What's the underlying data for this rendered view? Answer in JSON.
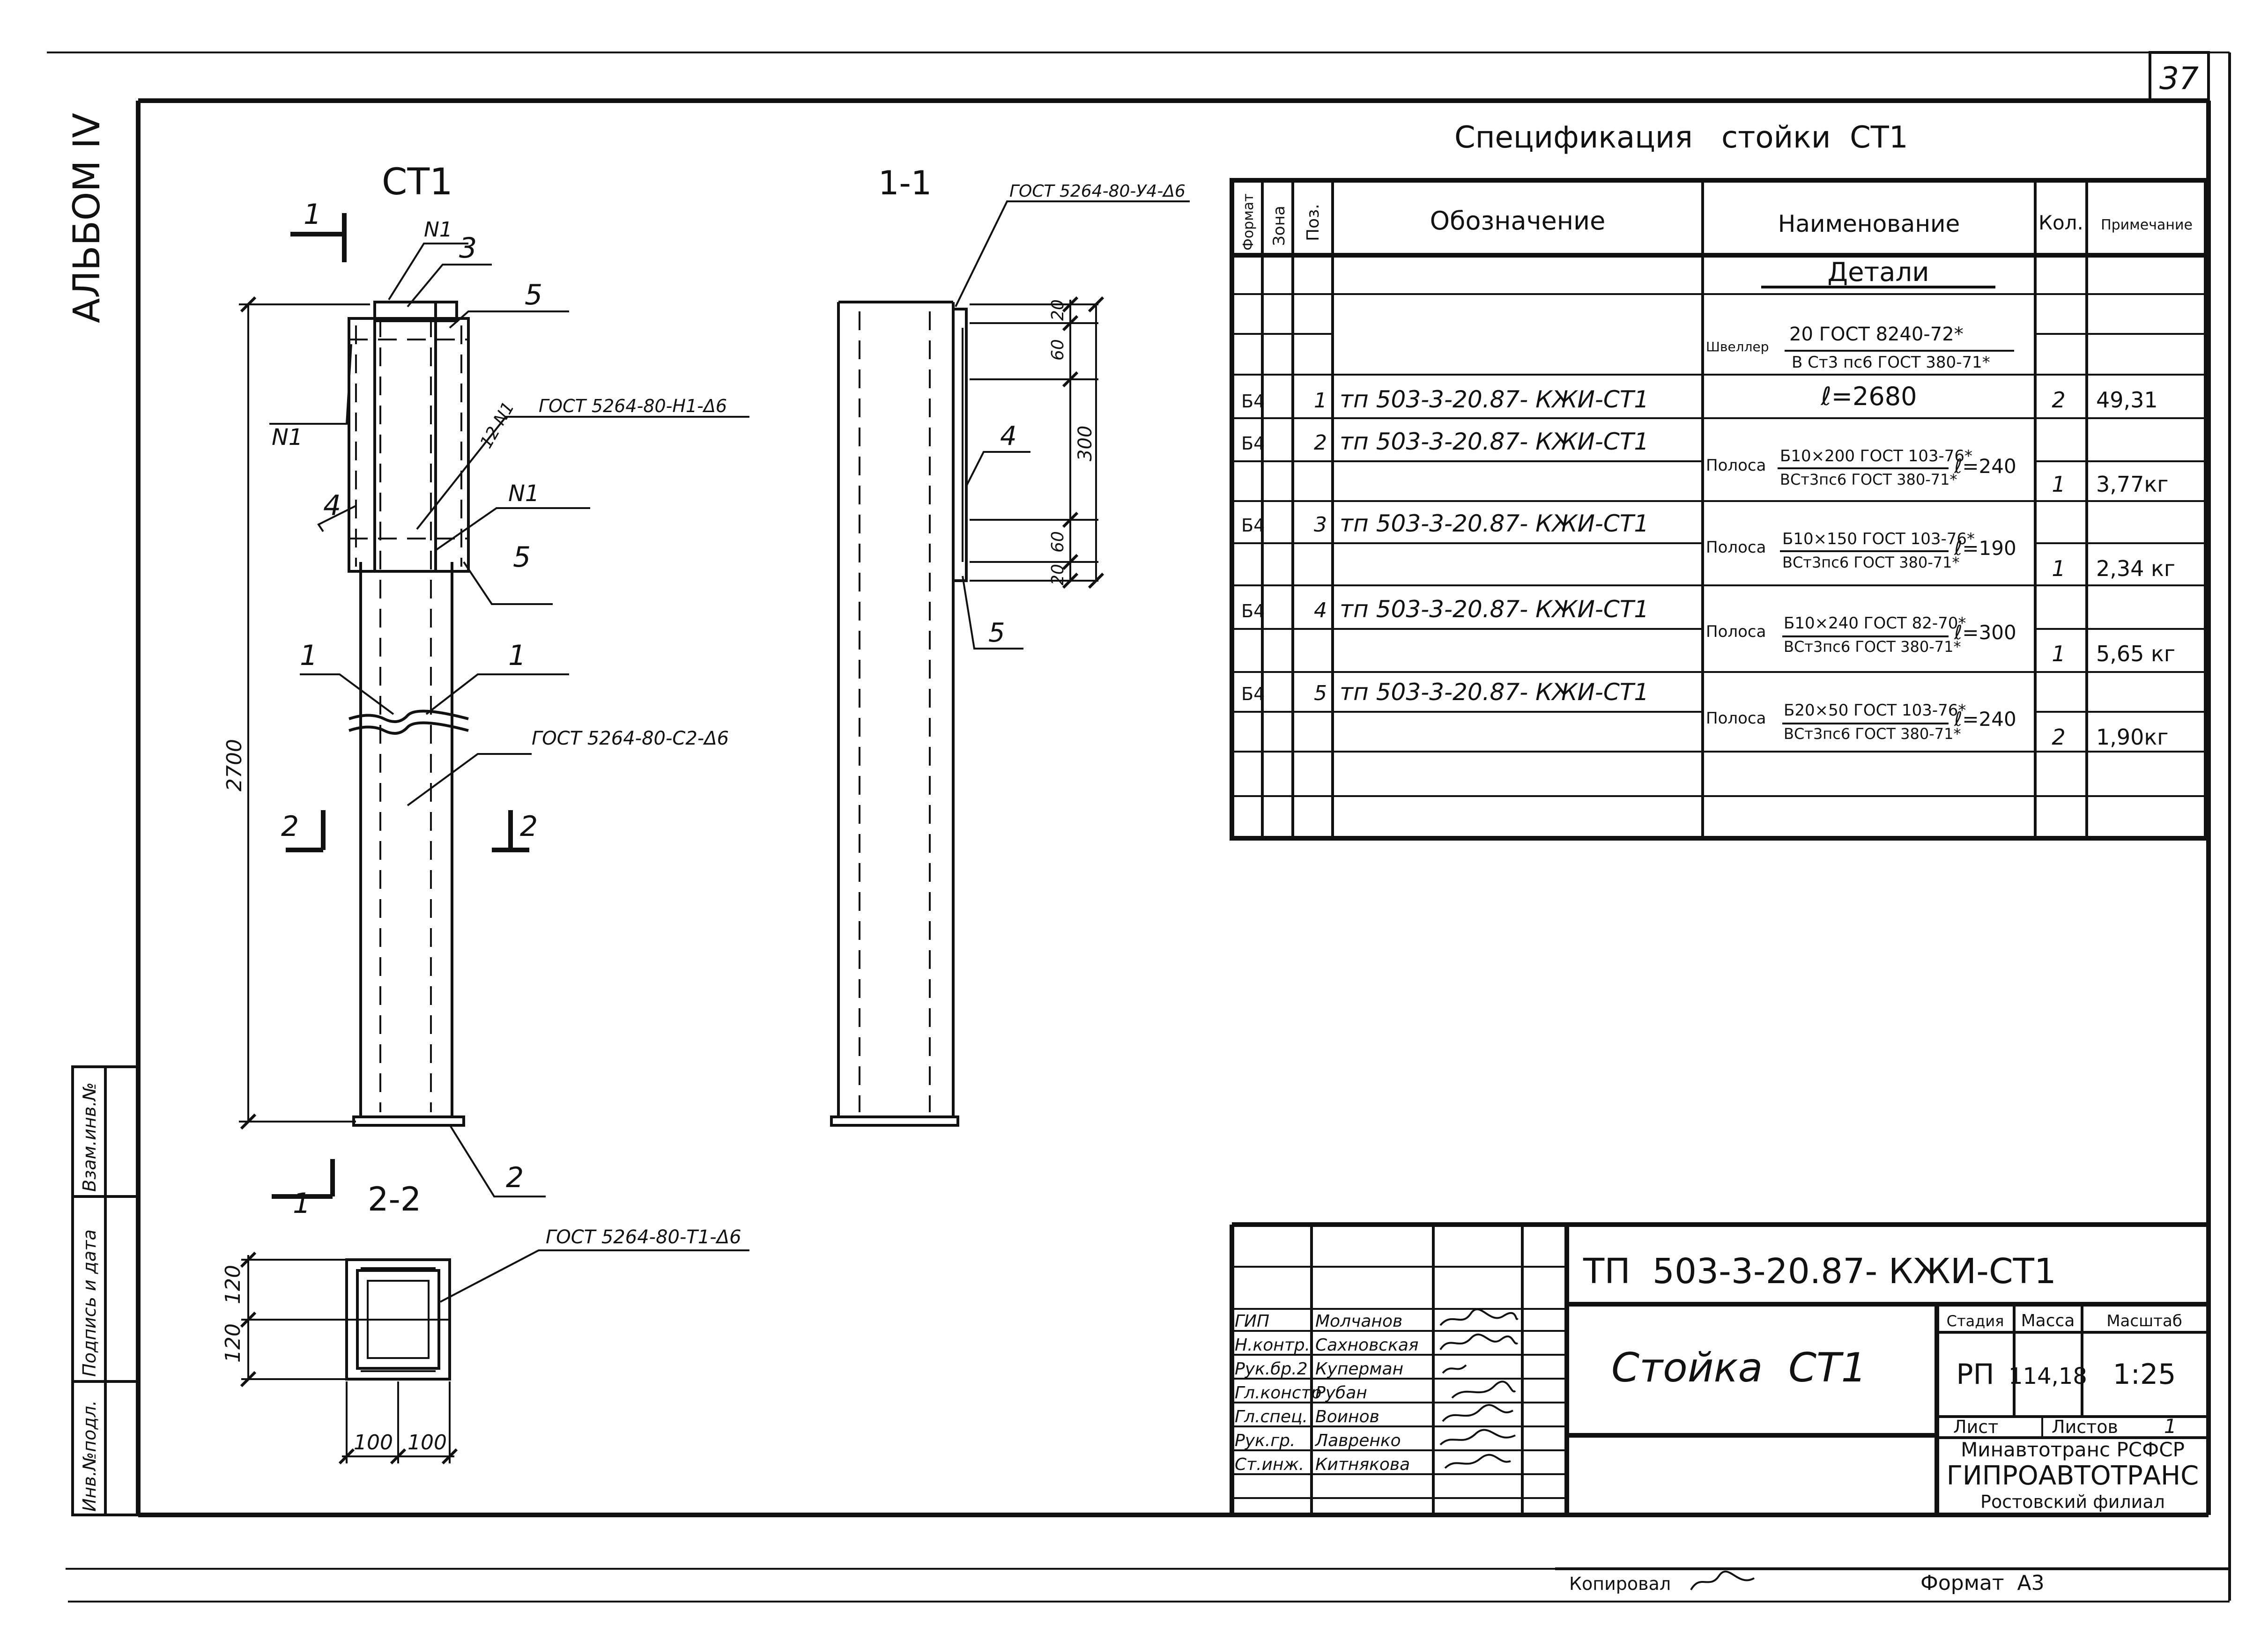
{
  "page_number": "37",
  "album": "АЛЬБОМ IV",
  "side_labels": [
    "Инв.№подл.",
    "Подпись и дата",
    "Взам.инв.№"
  ],
  "main_view": {
    "title": "СТ1",
    "labels": {
      "sec1_top": "1",
      "sec1_bottom": "1",
      "sec2_left": "2",
      "sec2_right": "2",
      "n1_top": "N1",
      "n1_left": "N1",
      "n1_mid": "N1",
      "pos3": "3",
      "pos5_top": "5",
      "pos5_bottom": "5",
      "pos4": "4",
      "pos1_left": "1",
      "pos1_right": "1",
      "pos2": "2",
      "n12": "12 N1"
    },
    "dim_height": "2700",
    "weld_h1": "ГОСТ 5264-80-Н1-Δ6",
    "weld_c2": "ГОСТ 5264-80-С2-Δ6"
  },
  "section_1_1": {
    "title": "1-1",
    "weld": "ГОСТ 5264-80-У4-Δ6",
    "dims": [
      "20",
      "60",
      "300",
      "60",
      "20"
    ],
    "pos4": "4",
    "pos5": "5"
  },
  "section_2_2": {
    "title": "2-2",
    "weld": "ГОСТ 5264-80-Т1-Δ6",
    "dims_vertical": [
      "120",
      "120"
    ],
    "dims_horizontal": [
      "100",
      "100"
    ]
  },
  "spec": {
    "title": "Спецификация   стойки  СТ1",
    "headers": [
      "Формат",
      "Зона",
      "Поз.",
      "Обозначение",
      "Наименование",
      "Кол.",
      "Примечание"
    ],
    "section_label": "Детали",
    "profile_prefix": "Швеллер",
    "profile_top": "20  ГОСТ 8240-72*",
    "profile_bottom": "В Ст3 пс6 ГОСТ 380-71*",
    "rows": [
      {
        "format": "Б4",
        "pos": "1",
        "designation": "тп 503-3-20.87- КЖИ-СТ1",
        "prefix": "",
        "name_top": "ℓ=2680",
        "name_bottom": "",
        "length": "",
        "qty": "2",
        "note": "49,31"
      },
      {
        "format": "Б4",
        "pos": "2",
        "designation": "тп 503-3-20.87- КЖИ-СТ1",
        "prefix": "Полоса",
        "name_top": "Б10×200 ГОСТ 103-76*",
        "name_bottom": "ВСт3пс6 ГОСТ 380-71*",
        "length": "ℓ=240",
        "qty": "1",
        "note": "3,77кг"
      },
      {
        "format": "Б4",
        "pos": "3",
        "designation": "тп 503-3-20.87- КЖИ-СТ1",
        "prefix": "Полоса",
        "name_top": "Б10×150 ГОСТ 103-76*",
        "name_bottom": "ВСт3пс6 ГОСТ 380-71*",
        "length": "ℓ=190",
        "qty": "1",
        "note": "2,34 кг"
      },
      {
        "format": "Б4",
        "pos": "4",
        "designation": "тп 503-3-20.87- КЖИ-СТ1",
        "prefix": "Полоса",
        "name_top": "Б10×240 ГОСТ 82-70*",
        "name_bottom": "ВСт3пс6 ГОСТ 380-71*",
        "length": "ℓ=300",
        "qty": "1",
        "note": "5,65 кг"
      },
      {
        "format": "Б4",
        "pos": "5",
        "designation": "тп 503-3-20.87- КЖИ-СТ1",
        "prefix": "Полоса",
        "name_top": "Б20×50 ГОСТ 103-76*",
        "name_bottom": "ВСт3пс6 ГОСТ 380-71*",
        "length": "ℓ=240",
        "qty": "2",
        "note": "1,90кг"
      }
    ]
  },
  "title_block": {
    "doc_code": "ТП  503-3-20.87- КЖИ-СТ1",
    "name": "Стойка  СТ1",
    "stage_label": "Стадия",
    "mass_label": "Масса",
    "scale_label": "Масштаб",
    "stage": "РП",
    "mass": "114,18",
    "scale": "1:25",
    "sheet_label": "Лист",
    "sheets_label": "Листов",
    "sheets_count": "1",
    "org_line1": "Минавтотранс РСФСР",
    "org_line2": "ГИПРОАВТОТРАНС",
    "org_line3": "Ростовский филиал",
    "people": [
      {
        "role": "ГИП",
        "name": "Молчанов"
      },
      {
        "role": "Н.контр.",
        "name": "Сахновская"
      },
      {
        "role": "Рук.бр.2",
        "name": "Куперман"
      },
      {
        "role": "Гл.констр",
        "name": "Рубан"
      },
      {
        "role": "Гл.спец.",
        "name": "Воинов"
      },
      {
        "role": "Рук.гр.",
        "name": "Лавренко"
      },
      {
        "role": "Ст.инж.",
        "name": "Китнякова"
      }
    ]
  },
  "footer": {
    "copied": "Копировал",
    "format": "Формат  А3"
  }
}
